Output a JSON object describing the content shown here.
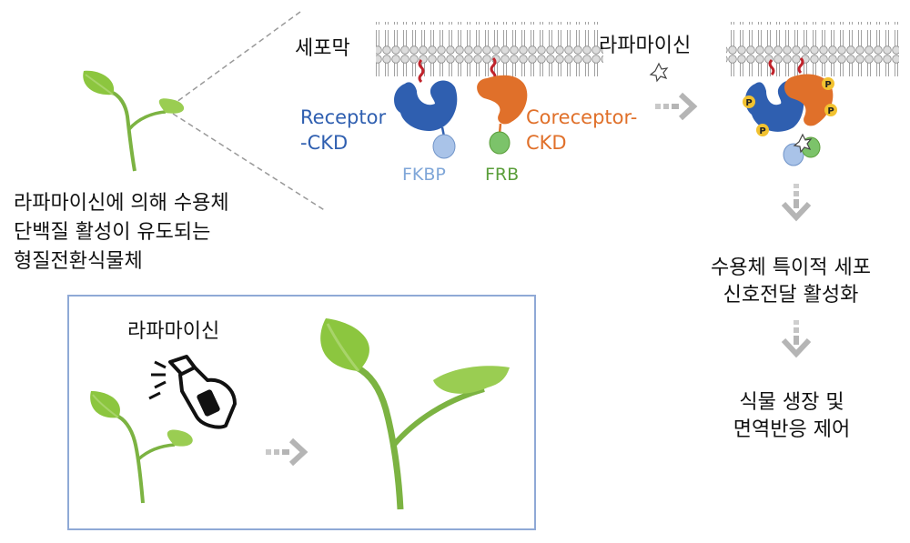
{
  "labels": {
    "membrane": "세포막",
    "rapamycin_top": "라파마이신",
    "receptor_line1": "Receptor",
    "receptor_line2": "-CKD",
    "coreceptor_line1": "Coreceptor-",
    "coreceptor_line2": "CKD",
    "fkbp": "FKBP",
    "frb": "FRB",
    "phospho": "P",
    "plant_caption": [
      "라파마이신에 의해 수용체",
      "단백질 활성이 유도되는",
      "형질전환식물체"
    ],
    "signal_step": [
      "수용체 특이적 세포",
      "신호전달 활성화"
    ],
    "outcome_step": [
      "식물 생장 및",
      "면역반응 제어"
    ],
    "rapamycin_spray": "라파마이신"
  },
  "colors": {
    "receptor": "#2f5fb0",
    "coreceptor": "#e0702a",
    "fkbp": "#a9c3e8",
    "frb": "#7cc36a",
    "leaf": "#8cc63f",
    "arrow": "#b5b5b5",
    "box_border": "#8fa9d6",
    "phospho": "#f2c230"
  },
  "icons": [
    "leaf-icon",
    "spray-bottle-icon",
    "star-icon",
    "arrow-icon"
  ]
}
